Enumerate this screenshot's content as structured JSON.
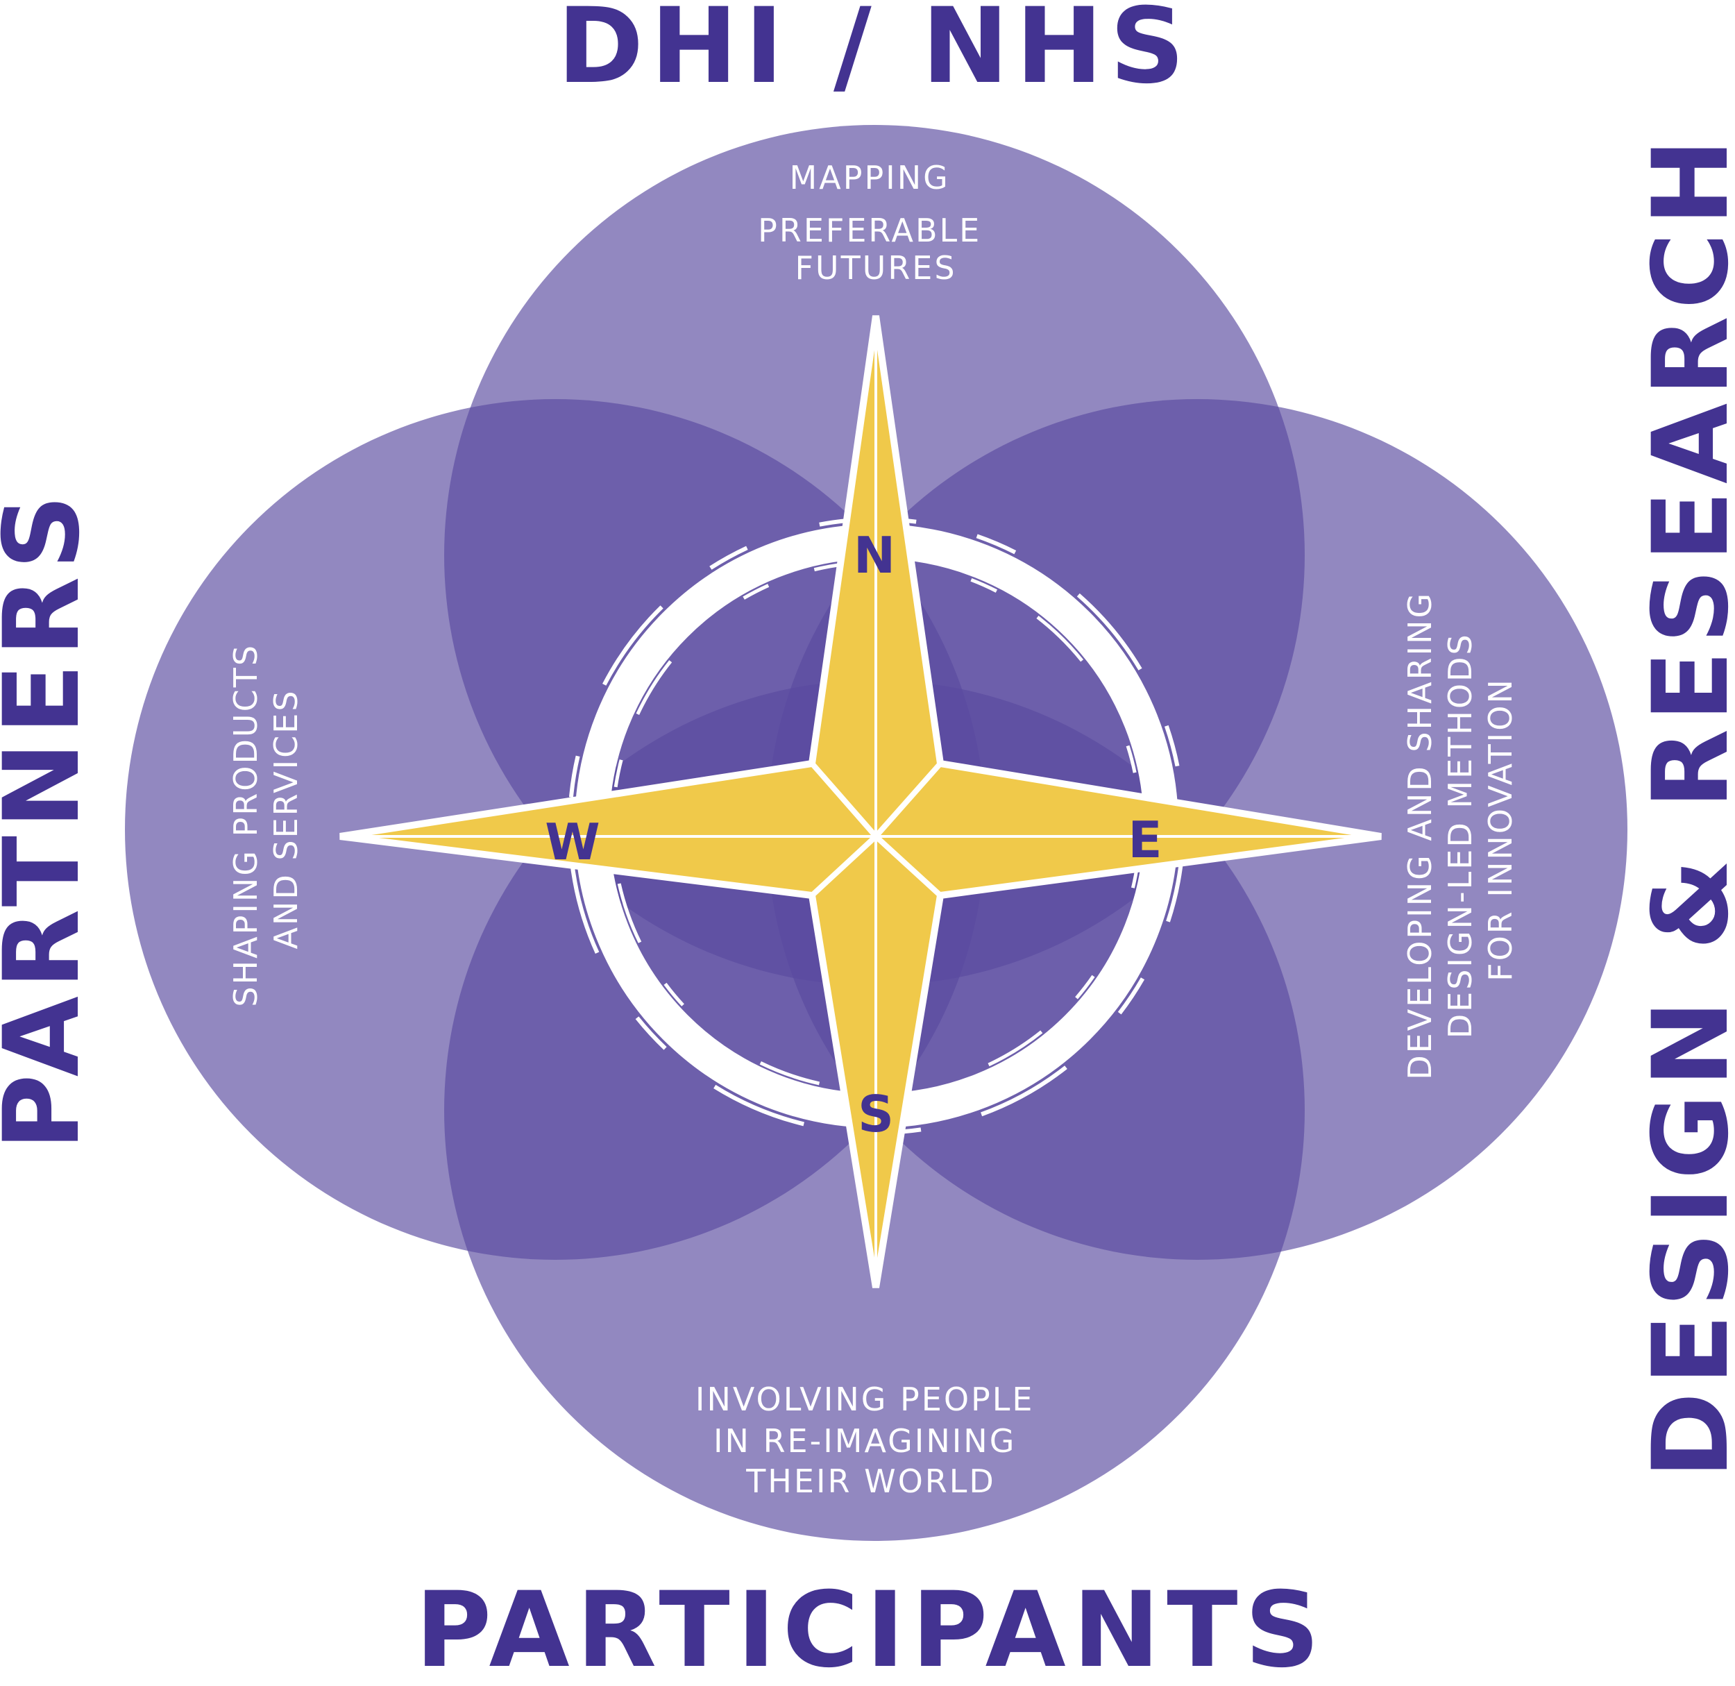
{
  "labels": {
    "top": "DHI / NHS",
    "left": "PARTNERS",
    "right": "DESIGN & RESEARCH",
    "bottom": "PARTICIPANTS"
  },
  "circles": {
    "top": {
      "lines": [
        "MAPPING",
        "PREFERABLE",
        "FUTURES"
      ]
    },
    "left": {
      "lines": [
        "SHAPING PRODUCTS",
        "AND SERVICES"
      ]
    },
    "right": {
      "lines": [
        "DEVELOPING AND SHARING",
        "DESIGN-LED METHODS",
        "FOR INNOVATION"
      ]
    },
    "bottom": {
      "lines": [
        "INVOLVING PEOPLE",
        "IN RE-IMAGINING",
        "THEIR WORLD"
      ]
    }
  },
  "compass": {
    "north": "N",
    "east": "E",
    "south": "S",
    "west": "W"
  },
  "colors": {
    "circle_fill": "#5a4a9f",
    "heading": "#433391",
    "star_fill": "#f0c94a",
    "white": "#ffffff"
  }
}
